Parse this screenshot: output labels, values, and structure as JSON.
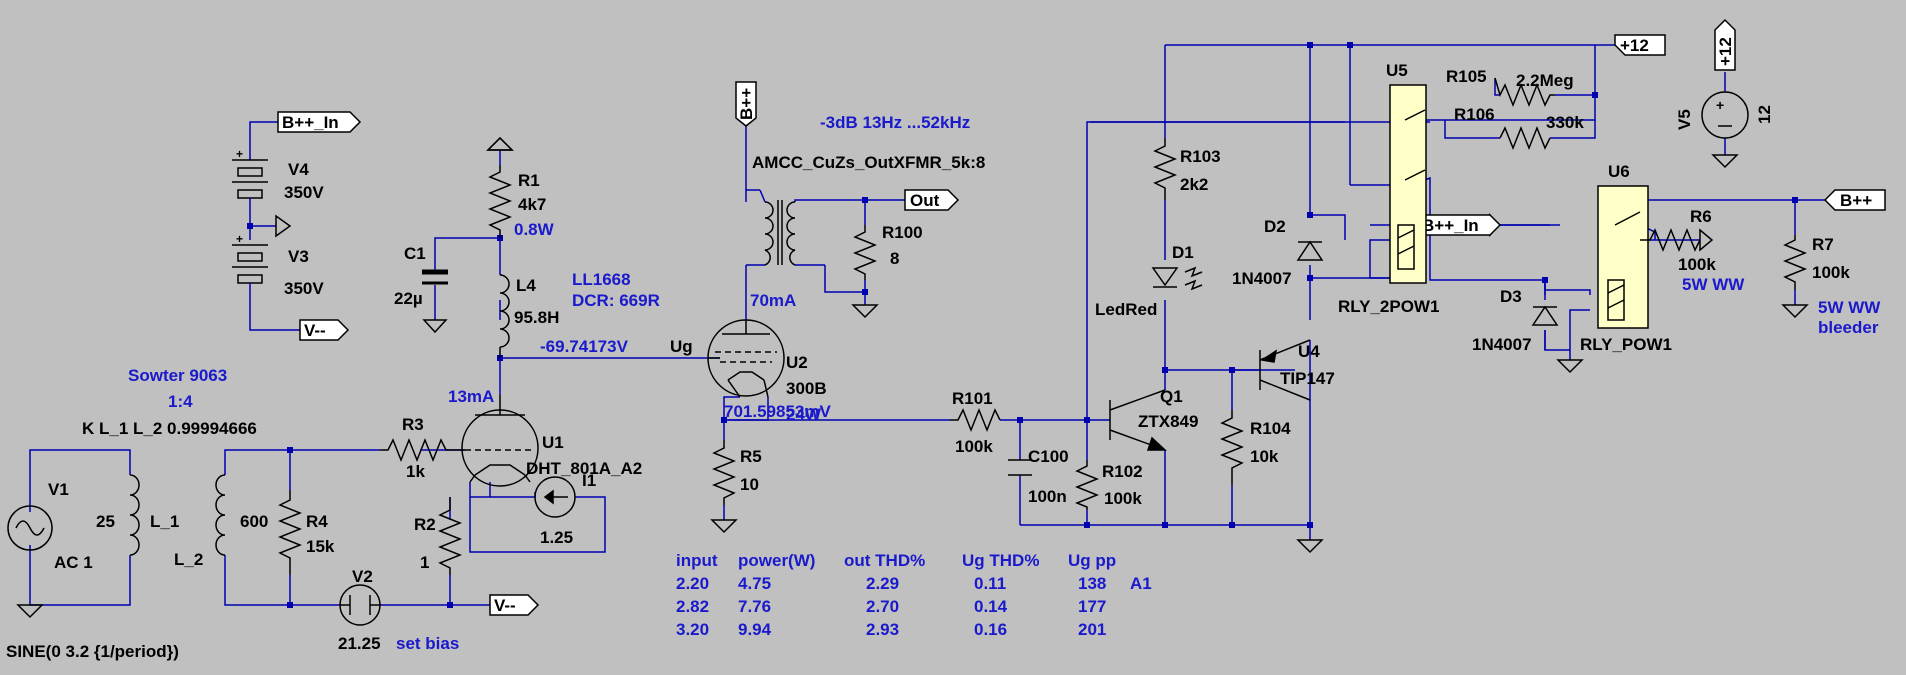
{
  "ports": {
    "bpp_in_top": "B++_In",
    "vmm_top": "V--",
    "bpp_vert": "B++",
    "out": "Out",
    "p12_right": "+12",
    "p12_vert": "+12",
    "bpp_in_relay": "B++_In",
    "bpp_right": "B++",
    "vmm_bottom": "V--"
  },
  "components": {
    "V4": {
      "name": "V4",
      "value": "350V"
    },
    "V3": {
      "name": "V3",
      "value": "350V"
    },
    "V1": {
      "name": "V1",
      "value": "AC 1",
      "spec": "SINE(0 3.2 {1/period})"
    },
    "V2": {
      "name": "V2",
      "value": "21.25",
      "note": "set bias"
    },
    "V5": {
      "name": "V5",
      "value": "12"
    },
    "R1": {
      "name": "R1",
      "value": "4k7",
      "note": "0.8W"
    },
    "C1": {
      "name": "C1",
      "value": "22µ"
    },
    "L4": {
      "name": "L4",
      "value": "95.8H",
      "note1": "LL1668",
      "note2": "DCR: 669R"
    },
    "L1": {
      "name": "L_1",
      "value": "25"
    },
    "L2": {
      "name": "L_2",
      "value": "600"
    },
    "K": {
      "text": "K L_1 L_2  0.99994666",
      "note1": "Sowter 9063",
      "note2": "1:4"
    },
    "R3": {
      "name": "R3",
      "value": "1k"
    },
    "R4": {
      "name": "R4",
      "value": "15k"
    },
    "R2": {
      "name": "R2",
      "value": "1"
    },
    "U1": {
      "name": "U1",
      "value": "DHT_801A_A2",
      "current": "13mA"
    },
    "I1": {
      "name": "I1",
      "value": "1.25"
    },
    "U2": {
      "name": "U2",
      "value": "300B",
      "power": "24W",
      "current": "70mA"
    },
    "XFMR": {
      "name": "AMCC_CuZs_OutXFMR_5k:8",
      "bw": "-3dB 13Hz ...52kHz"
    },
    "R100": {
      "name": "R100",
      "value": "8"
    },
    "R5": {
      "name": "R5",
      "value": "10"
    },
    "R101": {
      "name": "R101",
      "value": "100k"
    },
    "C100": {
      "name": "C100",
      "value": "100n"
    },
    "R102": {
      "name": "R102",
      "value": "100k"
    },
    "Q1": {
      "name": "Q1",
      "value": "ZTX849"
    },
    "R103": {
      "name": "R103",
      "value": "2k2"
    },
    "D1": {
      "name": "D1",
      "value": "LedRed"
    },
    "D2": {
      "name": "D2",
      "value": "1N4007"
    },
    "D3": {
      "name": "D3",
      "value": "1N4007"
    },
    "U4": {
      "name": "U4",
      "value": "TIP147"
    },
    "R104": {
      "name": "R104",
      "value": "10k"
    },
    "U5": {
      "name": "U5",
      "value": "RLY_2POW1"
    },
    "U6": {
      "name": "U6",
      "value": "RLY_POW1"
    },
    "R105": {
      "name": "R105",
      "value": "2.2Meg"
    },
    "R106": {
      "name": "R106",
      "value": "330k"
    },
    "R6": {
      "name": "R6",
      "value": "100k",
      "note": "5W WW"
    },
    "R7": {
      "name": "R7",
      "value": "100k",
      "note1": "5W WW",
      "note2": "bleeder"
    }
  },
  "nodes": {
    "ug_label": "Ug",
    "ug_voltage": "-69.74173V",
    "cathode_voltage": "701.59853mV"
  },
  "table": {
    "headers": [
      "input",
      "power(W)",
      "out THD%",
      "Ug THD%",
      "Ug pp"
    ],
    "rows": [
      [
        "2.20",
        "4.75",
        "2.29",
        "0.11",
        "138"
      ],
      [
        "2.82",
        "7.76",
        "2.70",
        "0.14",
        "177"
      ],
      [
        "3.20",
        "9.94",
        "2.93",
        "0.16",
        "201"
      ]
    ],
    "row0_note": "A1"
  }
}
